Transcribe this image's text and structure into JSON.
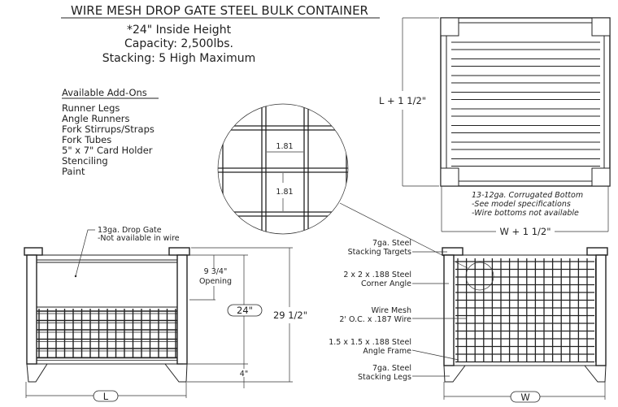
{
  "title": "WIRE MESH DROP GATE STEEL BULK CONTAINER",
  "specs": [
    "*24\" Inside Height",
    "Capacity: 2,500lbs.",
    "Stacking: 5 High Maximum"
  ],
  "addons": {
    "heading": "Available Add-Ons",
    "items": [
      "Runner Legs",
      "Angle Runners",
      "Fork Stirrups/Straps",
      "Fork Tubes",
      "5\" x 7\" Card Holder",
      "Stenciling",
      "Paint"
    ]
  },
  "top_view": {
    "length_dim": "L + 1 1/2\"",
    "width_dim": "W + 1 1/2\"",
    "notes": [
      "13-12ga. Corrugated Bottom",
      "-See model specifications",
      "-Wire bottoms not available"
    ]
  },
  "detail": {
    "spacing_h": "1.81",
    "spacing_v": "1.81"
  },
  "front_view": {
    "gate_note": [
      "13ga. Drop Gate",
      "-Not available in wire"
    ],
    "opening_dim": [
      "9 3/4\"",
      "Opening"
    ],
    "inside_height_dim": "24\"",
    "overall_height_dim": "29 1/2\"",
    "leg_dim": "4\"",
    "length_dim": "L"
  },
  "side_view": {
    "callouts": [
      [
        "7ga. Steel",
        "Stacking Targets"
      ],
      [
        "2 x 2 x .188 Steel",
        "Corner Angle"
      ],
      [
        "Wire Mesh",
        "2' O.C. x .187 Wire"
      ],
      [
        "1.5 x 1.5 x .188 Steel",
        "Angle Frame"
      ],
      [
        "7ga. Steel",
        "Stacking Legs"
      ]
    ],
    "width_dim": "W"
  }
}
